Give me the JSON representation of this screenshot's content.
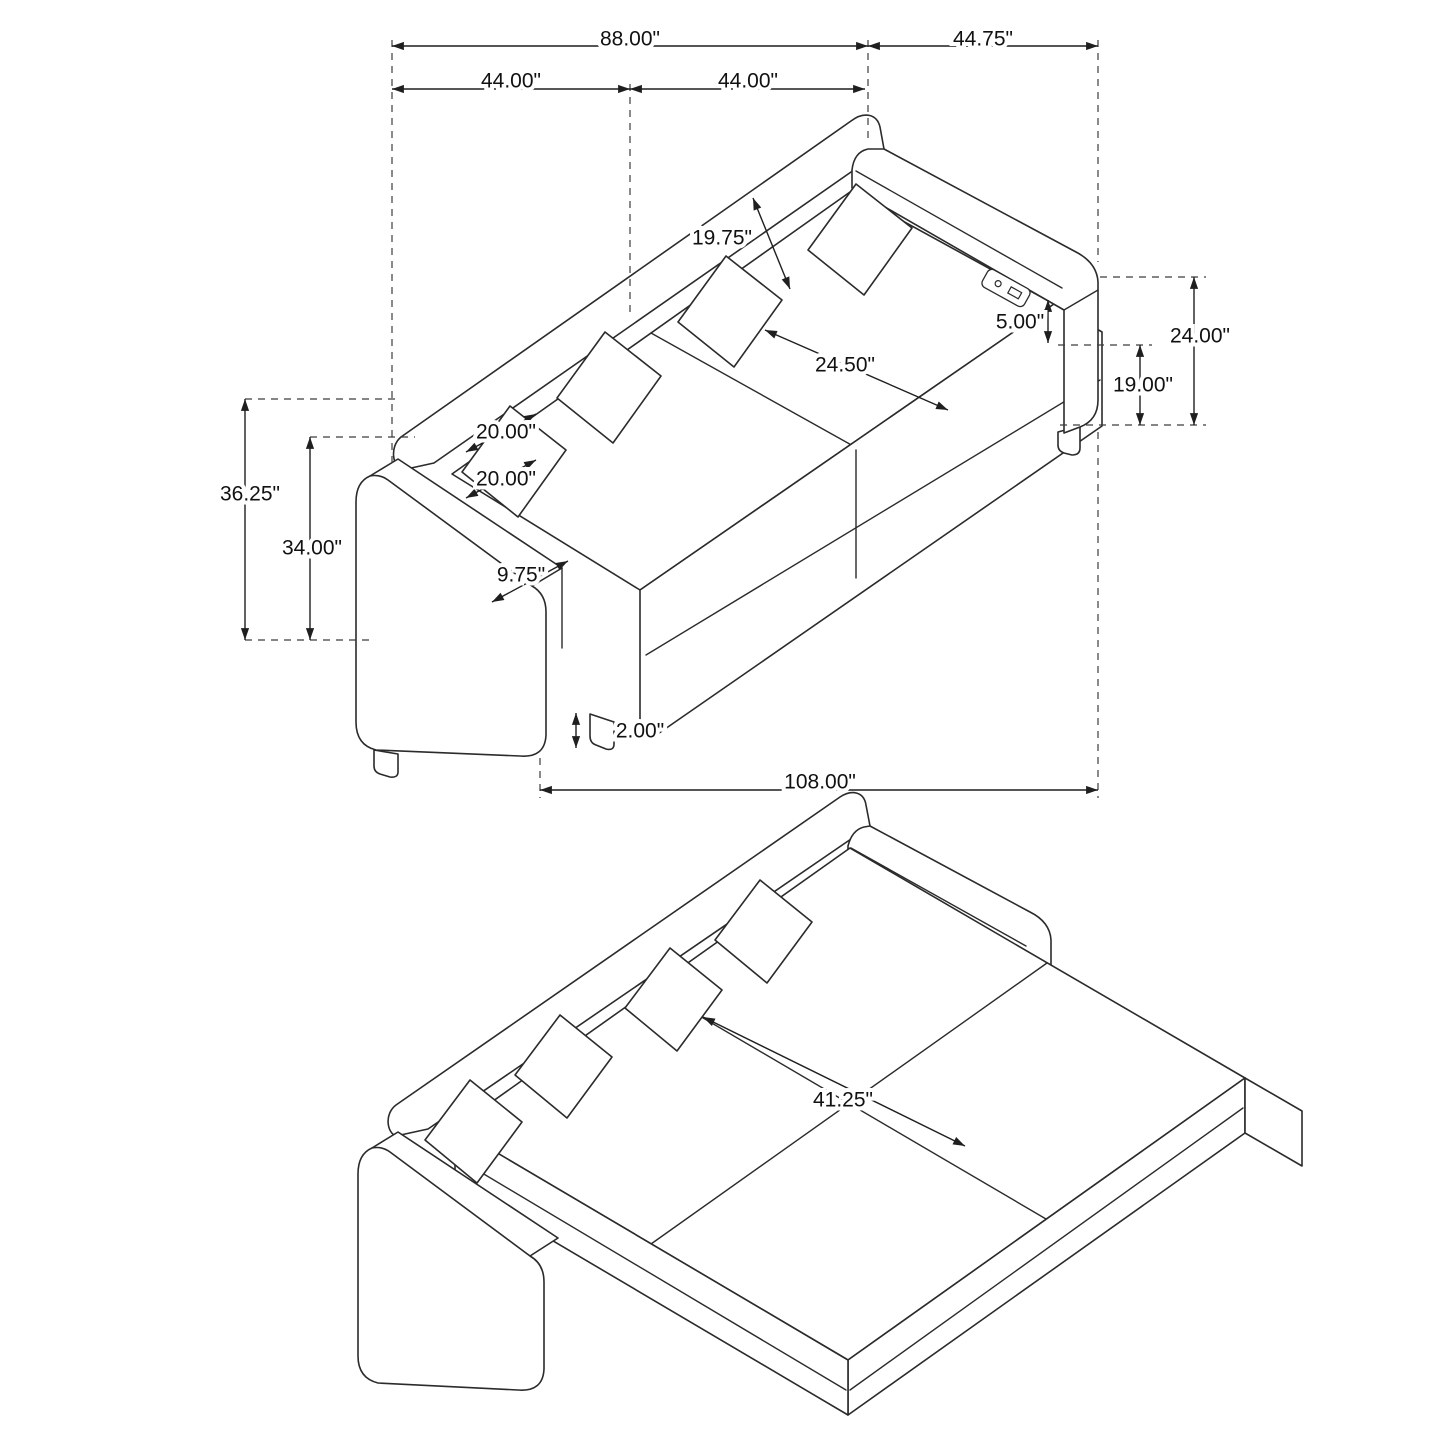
{
  "page": {
    "background": "#ffffff",
    "line_color": "#2b2b2b"
  },
  "sofa_view": {
    "dims": {
      "overall_back_width": "88.00\"",
      "chaise_width": "44.75\"",
      "seat_width_left": "44.00\"",
      "seat_width_right": "44.00\"",
      "back_cushion_depth": "19.75\"",
      "armrest_drop": "5.00\"",
      "seat_depth": "24.50\"",
      "overall_height_right": "24.00\"",
      "seat_height": "19.00\"",
      "back_height": "36.25\"",
      "arm_height": "34.00\"",
      "pillow_width": "20.00\"",
      "pillow_height": "20.00\"",
      "arm_width": "9.75\"",
      "leg_height": "2.00\"",
      "overall_length": "108.00\""
    }
  },
  "bed_view": {
    "dims": {
      "bed_depth": "41.25\""
    }
  }
}
